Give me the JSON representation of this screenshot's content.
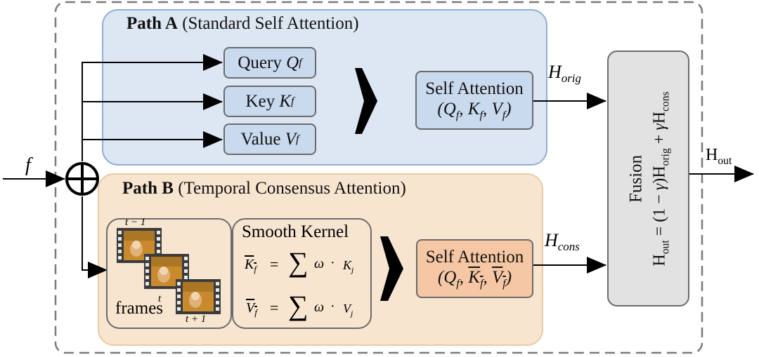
{
  "inputs": {
    "feature_symbol": "f"
  },
  "path_a": {
    "title_bold": "Path A",
    "title_rest": "(Standard Self Attention)",
    "query_label": "Query",
    "query_symbol": "Q",
    "key_label": "Key",
    "key_symbol": "K",
    "value_label": "Value",
    "value_symbol": "V",
    "sub_f": "f",
    "attention_label": "Self Attention",
    "attention_args": "(Q_f, K_f, V_f)",
    "output_symbol": "H",
    "output_sub": "orig"
  },
  "path_b": {
    "title_bold": "Path B",
    "title_rest": "(Temporal Consensus Attention)",
    "frames_label": "frames",
    "frame_t_minus_1": "t − 1",
    "frame_t": "t",
    "frame_t_plus_1": "t + 1",
    "smooth_kernel_label": "Smooth Kernel",
    "k_bar": "K_f",
    "v_bar": "V_f",
    "equals": "=",
    "sum_sign": "∑",
    "omega": "ω",
    "dot": "·",
    "k_j": "K",
    "v_j": "V",
    "sub_j": "j",
    "attention_label": "Self Attention",
    "output_symbol": "H",
    "output_sub": "cons"
  },
  "fusion": {
    "label": "Fusion",
    "formula": "H_out = (1 − γ)H_orig + γH_cons",
    "output_symbol": "H",
    "output_sub": "out"
  },
  "colors": {
    "path_a_fill": "#dde6f3",
    "path_a_border": "#8fb0d8",
    "path_b_fill": "#f8e5d0",
    "path_b_border": "#ecc9a4",
    "qkv_fill": "#c9d9ee",
    "attn_b_fill": "#f5c7a4",
    "fusion_fill": "#e2e2e2",
    "outer_dash": "#7a7a7a"
  },
  "icons": [
    "plus-circle-icon",
    "film-frame-icon",
    "thick-arrow-icon"
  ]
}
